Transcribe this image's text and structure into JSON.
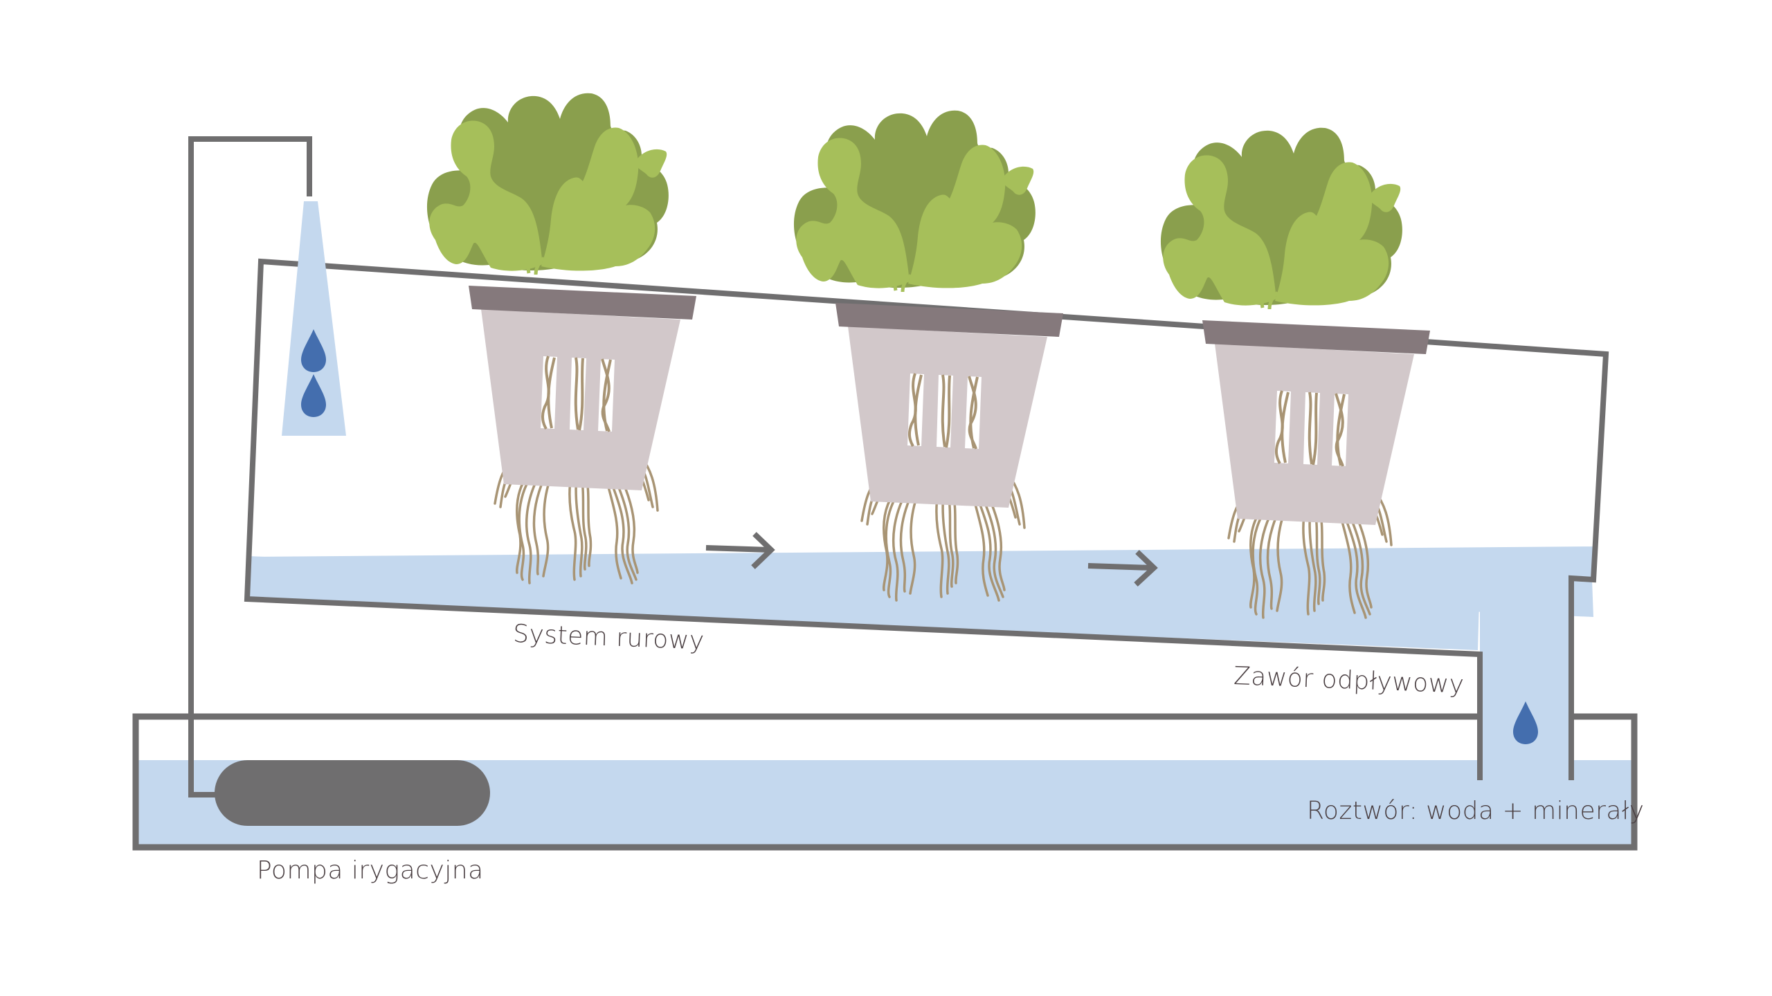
{
  "diagram": {
    "title": "Hydroponic NFT system",
    "labels": {
      "pipe_system": "System rurowy",
      "drain_valve": "Zawór odpływowy",
      "solution": "Roztwór: woda + minerały",
      "pump": "Pompa irygacyjna"
    },
    "components": [
      {
        "id": "irrigation-pipe",
        "icon": "pipe"
      },
      {
        "id": "spray-nozzle",
        "icon": "water-spray",
        "drops": 2
      },
      {
        "id": "nft-channel",
        "icon": "tilted-channel"
      },
      {
        "id": "plants",
        "icon": "lettuce-in-net-pot",
        "count": 3
      },
      {
        "id": "flow-arrows",
        "icon": "arrow-right",
        "count": 2
      },
      {
        "id": "drain-pipe",
        "icon": "drain",
        "drops": 1
      },
      {
        "id": "reservoir",
        "icon": "tank"
      },
      {
        "id": "pump",
        "icon": "pump-capsule"
      }
    ],
    "colors": {
      "line": "#6f6e6f",
      "water": "#c4d8ee",
      "drop": "#446eae",
      "leaf_dark": "#8a9f4d",
      "leaf_light": "#a6bf5a",
      "pot_rim": "#85797c",
      "pot_basket": "#d2c8ca",
      "roots": "#a89474",
      "pump": "#6f6e6f",
      "text": "#4a3f42"
    }
  }
}
